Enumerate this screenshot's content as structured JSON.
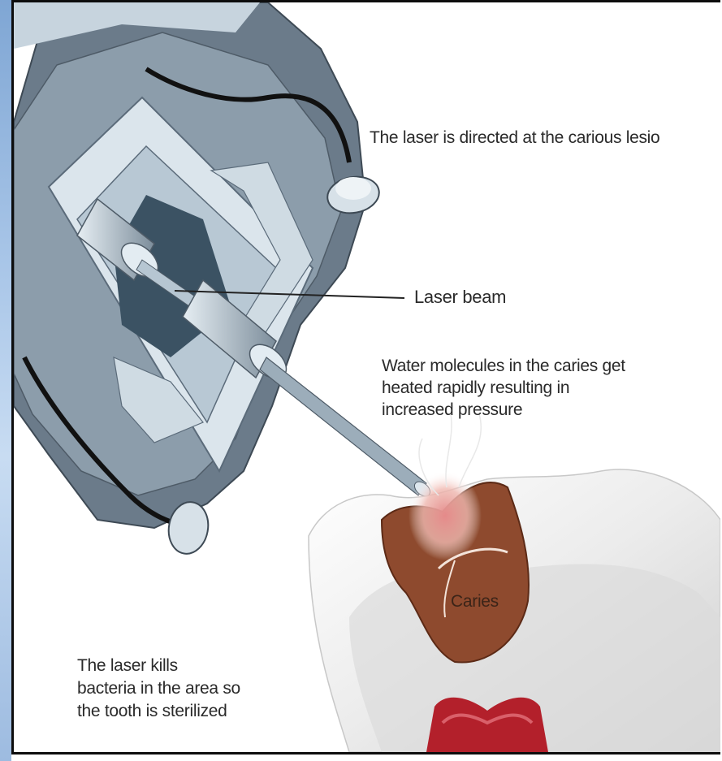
{
  "diagram": {
    "labels": {
      "lesion": "The laser is directed at the carious lesio",
      "beam": "Laser beam",
      "water_lines": [
        "Water molecules in the caries get",
        "heated rapidly resulting in",
        "increased pressure"
      ],
      "caries": "Caries",
      "kills_lines": [
        "The laser kills",
        "bacteria in the area so",
        "the tooth is sterilized"
      ]
    },
    "colors": {
      "device_dark": "#5b6b7a",
      "device_mid": "#9fb0bf",
      "device_light": "#d8e2ea",
      "caries": "#8e4a2e",
      "tooth": "#eeeeee",
      "pulp": "#b3202b",
      "side_bar": "#a9c6e8"
    }
  }
}
